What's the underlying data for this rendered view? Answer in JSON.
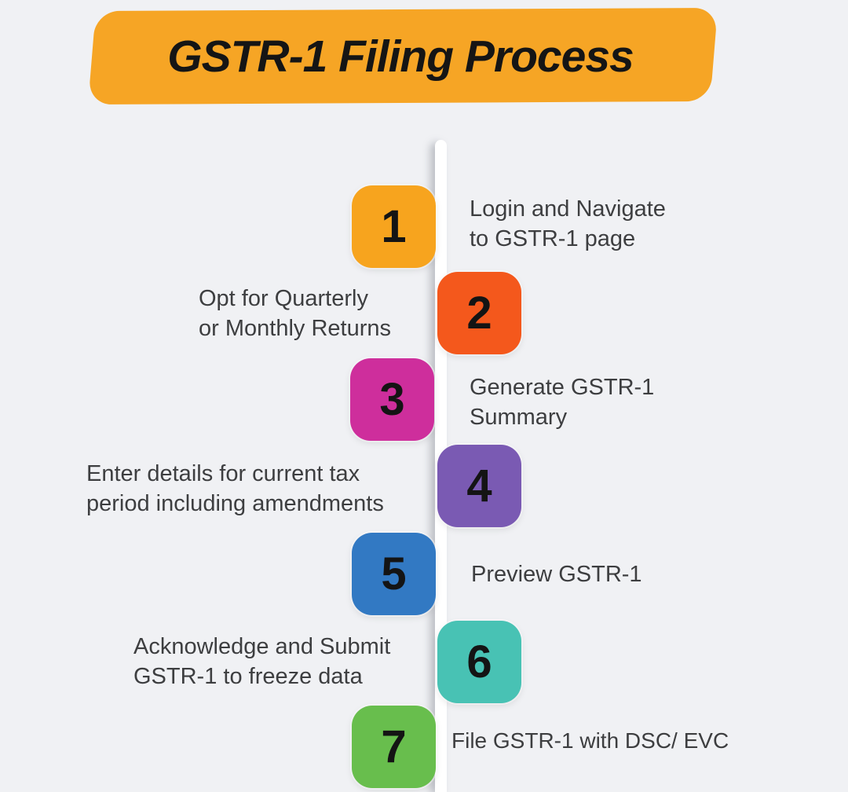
{
  "page": {
    "title": "GSTR-1 Filing Process"
  },
  "colors": {
    "background": "#F0F1F4",
    "banner": "#F6A525",
    "timeline": "#FFFFFF",
    "title_text": "#151515",
    "step_label_text": "#3D3E40",
    "step_number_text": "#141414"
  },
  "steps": [
    {
      "number": "1",
      "label": "Login and Navigate\nto GSTR-1 page",
      "color": "#F7A41E",
      "box_side": "left",
      "text_side": "right"
    },
    {
      "number": "2",
      "label": "Opt for Quarterly\nor Monthly Returns",
      "color": "#F4581C",
      "box_side": "right",
      "text_side": "left"
    },
    {
      "number": "3",
      "label": "Generate GSTR-1\nSummary",
      "color": "#CE2E9C",
      "box_side": "left",
      "text_side": "right"
    },
    {
      "number": "4",
      "label": "Enter details for current tax\nperiod including amendments",
      "color": "#7A5AB3",
      "box_side": "right",
      "text_side": "left"
    },
    {
      "number": "5",
      "label": "Preview GSTR-1",
      "color": "#3279C3",
      "box_side": "left",
      "text_side": "right"
    },
    {
      "number": "6",
      "label": "Acknowledge and Submit\nGSTR-1 to freeze data",
      "color": "#48C2B4",
      "box_side": "right",
      "text_side": "left"
    },
    {
      "number": "7",
      "label": "File GSTR-1 with DSC/ EVC",
      "color": "#68BE4D",
      "box_side": "left",
      "text_side": "right"
    }
  ]
}
